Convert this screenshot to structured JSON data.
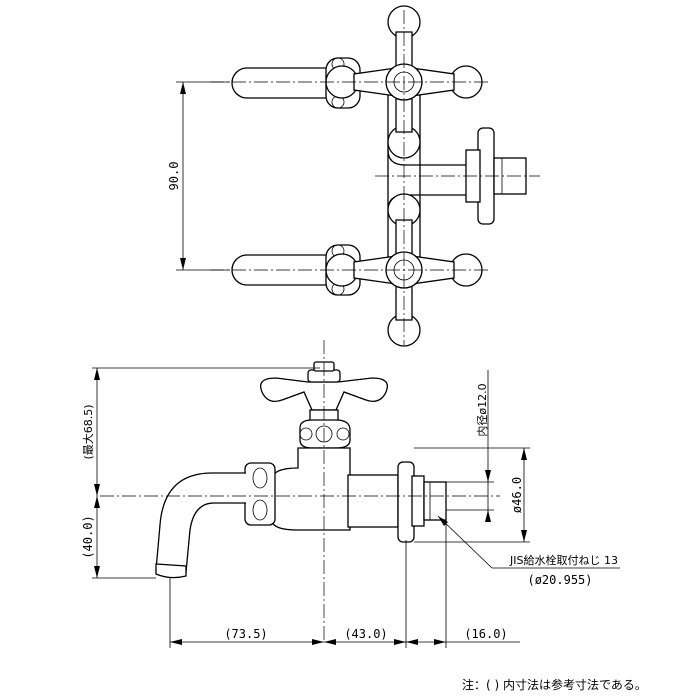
{
  "dimensions": {
    "top_height": "90.0",
    "max_height": "(最大68.5)",
    "spout_drop": "(40.0)",
    "spout_reach": "(73.5)",
    "body_length": "(43.0)",
    "thread_length": "(16.0)",
    "inner_diameter": "内径ø12.0",
    "flange_diameter": "ø46.0"
  },
  "callout": {
    "line1": "JIS給水栓取付ねじ 13",
    "line2": "(ø20.955)"
  },
  "note": "注：( ) 内寸法は参考寸法である。"
}
